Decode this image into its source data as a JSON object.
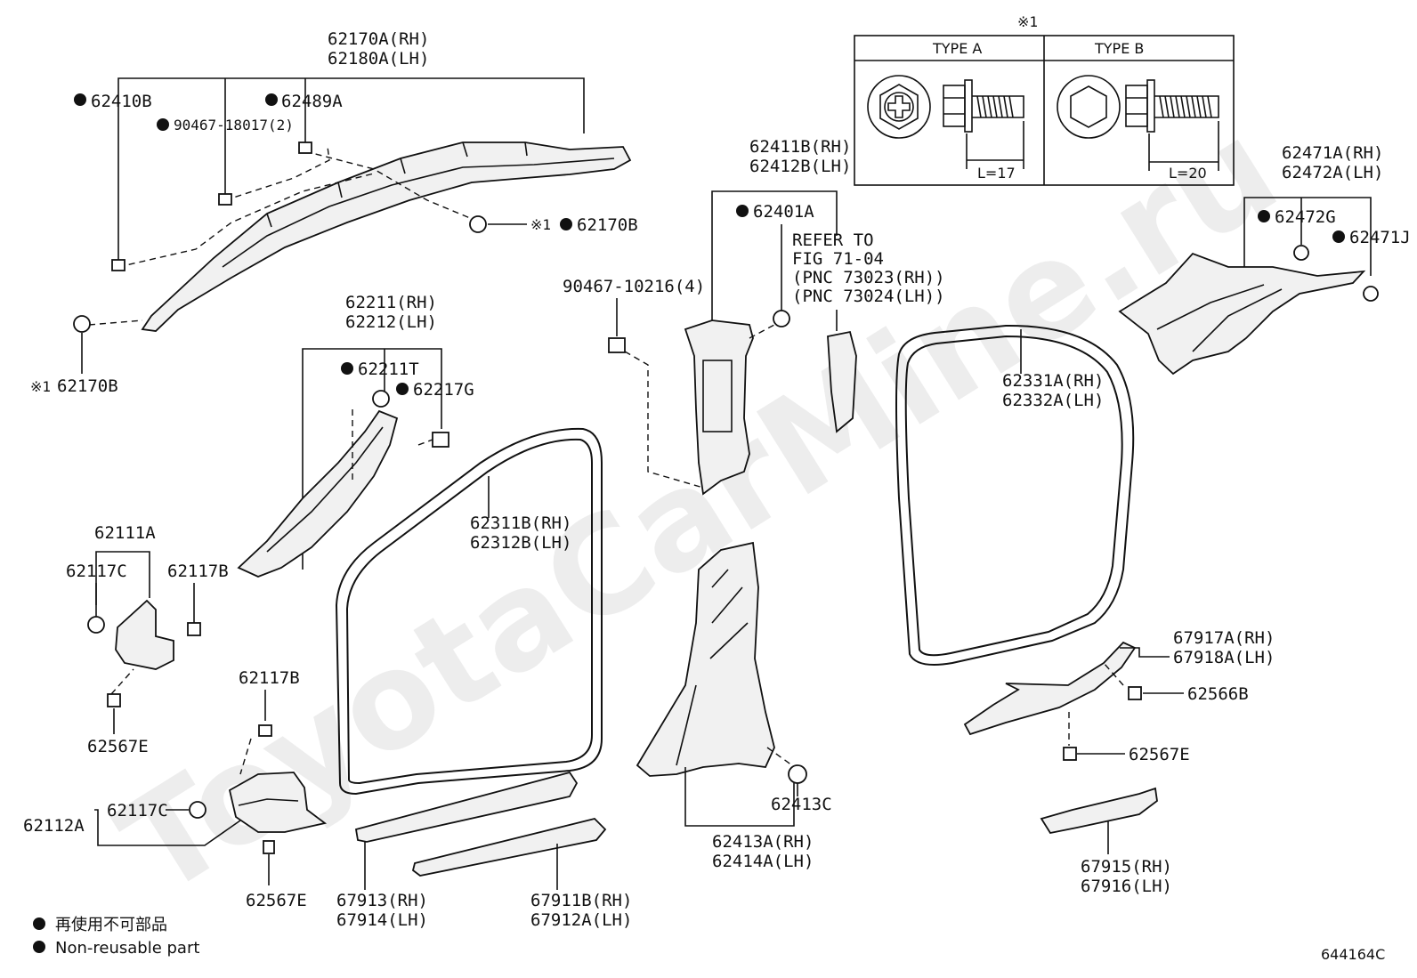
{
  "watermark": "ToyotaCarMine.ru",
  "figure_code": "644164C",
  "note_mark": "※1",
  "type_table": {
    "header_mark": "※1",
    "type_a": {
      "label": "TYPE A",
      "length": "L=17"
    },
    "type_b": {
      "label": "TYPE B",
      "length": "L=20"
    }
  },
  "bullet": "●",
  "legend": {
    "jp": "再使用不可部品",
    "en": "Non-reusable part"
  },
  "refer": {
    "line1": "REFER TO",
    "line2": "FIG 71-04",
    "line3": "(PNC 73023(RH))",
    "line4": "(PNC 73024(LH))"
  },
  "labels": {
    "p62170A_rh": "62170A(RH)",
    "p62180A_lh": "62180A(LH)",
    "p62410B": "62410B",
    "p62489A": "62489A",
    "p90467_18017": "90467-18017(2)",
    "p62170B_a": "62170B",
    "p62170B_b": "62170B",
    "p62211_rh": "62211(RH)",
    "p62212_lh": "62212(LH)",
    "p62211T": "62211T",
    "p62217G": "62217G",
    "p62111A": "62111A",
    "p62117C_a": "62117C",
    "p62117B_a": "62117B",
    "p62567E_a": "62567E",
    "p62117B_b": "62117B",
    "p62112A": "62112A",
    "p62117C_b": "62117C",
    "p62567E_b": "62567E",
    "p62311B_rh": "62311B(RH)",
    "p62312B_lh": "62312B(LH)",
    "p67913_rh": "67913(RH)",
    "p67914_lh": "67914(LH)",
    "p67911B_rh": "67911B(RH)",
    "p67912A_lh": "67912A(LH)",
    "p90467_10216": "90467-10216(4)",
    "p62411B_rh": "62411B(RH)",
    "p62412B_lh": "62412B(LH)",
    "p62401A": "62401A",
    "p62413C": "62413C",
    "p62413A_rh": "62413A(RH)",
    "p62414A_lh": "62414A(LH)",
    "p62471A_rh": "62471A(RH)",
    "p62472A_lh": "62472A(LH)",
    "p62472G": "62472G",
    "p62471J": "62471J",
    "p62331A_rh": "62331A(RH)",
    "p62332A_lh": "62332A(LH)",
    "p67917A_rh": "67917A(RH)",
    "p67918A_lh": "67918A(LH)",
    "p62566B": "62566B",
    "p62567E_c": "62567E",
    "p67915_rh": "67915(RH)",
    "p67916_lh": "67916(LH)"
  }
}
